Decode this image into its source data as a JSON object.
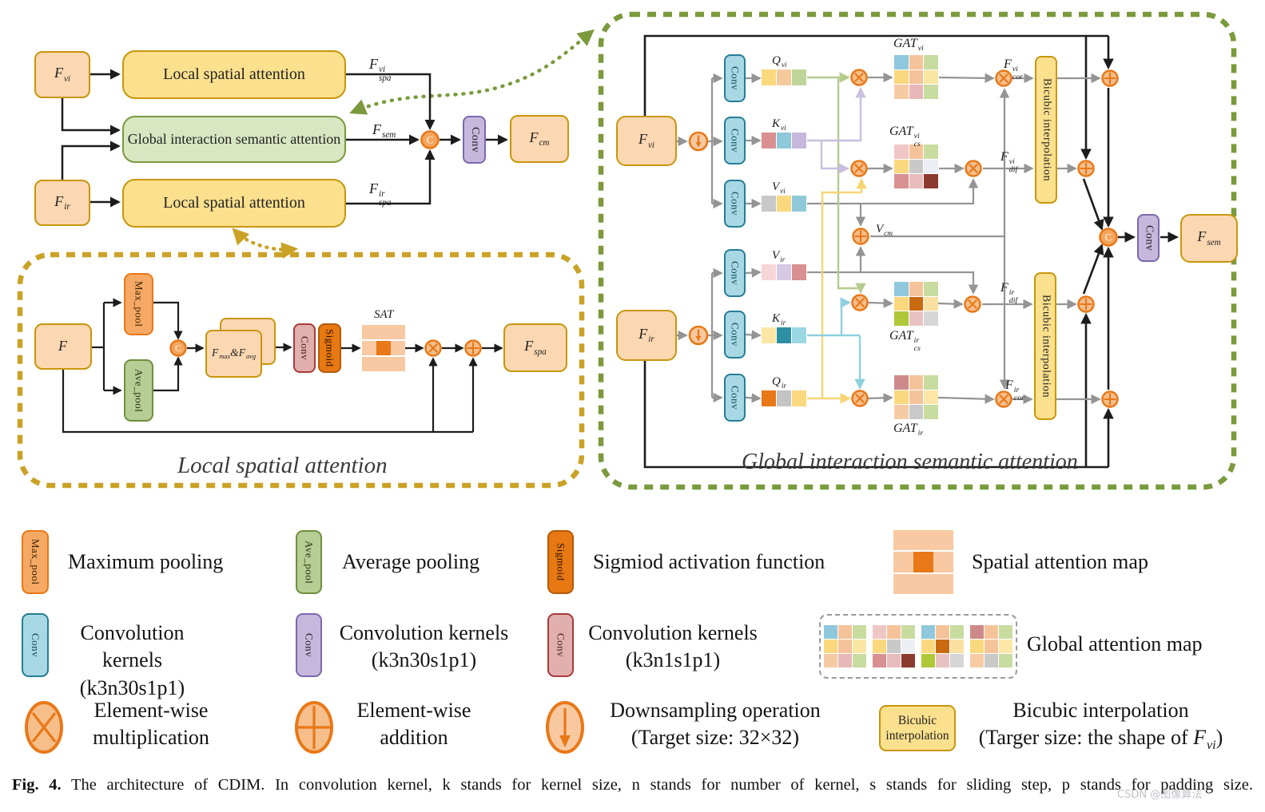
{
  "overview": {
    "f_vi": {
      "base": "F",
      "sub": "vi"
    },
    "lsa_top": "Local spatial attention",
    "gisa": "Global interaction semantic attention",
    "lsa_bottom": "Local spatial attention",
    "f_ir": {
      "base": "F",
      "sub": "ir"
    },
    "f_spa_vi": {
      "base": "F",
      "sup": "vi",
      "sub": "spa"
    },
    "f_sem": {
      "base": "F",
      "sub": "sem"
    },
    "f_spa_ir": {
      "base": "F",
      "sup": "ir",
      "sub": "spa"
    },
    "concat": "C",
    "conv": "Conv",
    "f_cm": {
      "base": "F",
      "sub": "cm"
    }
  },
  "local_panel": {
    "title": "Local spatial attention",
    "f": {
      "base": "F"
    },
    "max_pool": "Max_pool",
    "ave_pool": "Ave_pool",
    "concat": "C",
    "fmax_favg": {
      "b1": "F",
      "s1": "max",
      "amp": "&",
      "b2": "F",
      "s2": "avg"
    },
    "conv": "Conv",
    "sigmoid": "Sigmoid",
    "sat": "SAT",
    "f_spa": {
      "base": "F",
      "sub": "spa"
    }
  },
  "global_panel": {
    "title": "Global interaction semantic attention",
    "f_vi": {
      "base": "F",
      "sub": "vi"
    },
    "f_ir": {
      "base": "F",
      "sub": "ir"
    },
    "conv": "Conv",
    "bicubic": "Bicubic interpolation",
    "concat": "C",
    "f_sem": {
      "base": "F",
      "sub": "sem"
    },
    "q_vi": {
      "base": "Q",
      "sub": "vi"
    },
    "k_vi": {
      "base": "K",
      "sub": "vi"
    },
    "v_vi": {
      "base": "V",
      "sub": "vi"
    },
    "v_ir": {
      "base": "V",
      "sub": "ir"
    },
    "k_ir": {
      "base": "K",
      "sub": "ir"
    },
    "q_ir": {
      "base": "Q",
      "sub": "ir"
    },
    "v_cm": {
      "base": "V",
      "sub": "cm"
    },
    "gat_vi_label": {
      "base": "GAT",
      "sub": "vi"
    },
    "gat_cs_vi_label": {
      "base": "GAT",
      "sub": "cs",
      "sup": "vi"
    },
    "gat_cs_ir_label": {
      "base": "GAT",
      "sub": "cs",
      "sup": "ir"
    },
    "gat_ir_label": {
      "base": "GAT",
      "sub": "ir"
    },
    "f_cor_vi": {
      "base": "F",
      "sub": "cor",
      "sup": "vi"
    },
    "f_dif_vi": {
      "base": "F",
      "sub": "dif",
      "sup": "vi"
    },
    "f_dif_ir": {
      "base": "F",
      "sub": "dif",
      "sup": "ir"
    },
    "f_cor_ir": {
      "base": "F",
      "sub": "cor",
      "sup": "ir"
    },
    "strips": {
      "q_vi": [
        "#FAD87E",
        "#F6C99C",
        "#BFD499"
      ],
      "k_vi": [
        "#D89090",
        "#8FC9D9",
        "#C6B8DC"
      ],
      "v_vi": [
        "#C8C8C8",
        "#FAD87E",
        "#8FC9D9"
      ],
      "v_ir": [
        "#F6D6D6",
        "#D5C9E3",
        "#D89090"
      ],
      "k_ir": [
        "#FBE6A6",
        "#2E8FA3",
        "#9BD6E3"
      ],
      "q_ir": [
        "#E87818",
        "#C4C4C4",
        "#FAD87E"
      ]
    },
    "grids": {
      "gat_vi": [
        [
          "#8FC8DC",
          "#F5C39A",
          "#C8DCA0"
        ],
        [
          "#FAD87E",
          "#F5C39A",
          "#FAE6A3"
        ],
        [
          "#F6CBA4",
          "#E8B8B8",
          "#C8DCA0"
        ]
      ],
      "gat_cs_vi": [
        [
          "#EFC6C6",
          "#F5C39A",
          "#C8DCA0"
        ],
        [
          "#FAD87E",
          "#C9C9C9",
          "#EDEDF4"
        ],
        [
          "#D89090",
          "#E8BCBC",
          "#8C3A30"
        ]
      ],
      "gat_cs_ir": [
        [
          "#8FC8DC",
          "#F5C39A",
          "#C8DCA0"
        ],
        [
          "#FAD87E",
          "#C96A10",
          "#FAE0A0"
        ],
        [
          "#AFC838",
          "#E8C2C2",
          "#D6D6D6"
        ]
      ],
      "gat_ir": [
        [
          "#CE8A8A",
          "#F5C39A",
          "#C8DCA0"
        ],
        [
          "#FAD87E",
          "#F5C39A",
          "#FBE6A8"
        ],
        [
          "#F6CBA4",
          "#C9C9C9",
          "#C8DCA0"
        ]
      ]
    }
  },
  "legend": {
    "max_pool": {
      "box": "Max_pool",
      "label": "Maximum pooling"
    },
    "ave_pool": {
      "box": "Ave_pool",
      "label": "Average pooling"
    },
    "sigmoid": {
      "box": "Sigmoid",
      "label": "Sigmiod activation function"
    },
    "sat": {
      "label": "Spatial attention map"
    },
    "conv_blue": {
      "box": "Conv",
      "line1": "Convolution kernels",
      "line2": "(k3n30s1p1)"
    },
    "conv_purple": {
      "box": "Conv",
      "line1": "Convolution kernels",
      "line2": "(k3n30s1p1)"
    },
    "conv_pink": {
      "box": "Conv",
      "line1": "Convolution kernels",
      "line2": "(k3n1s1p1)"
    },
    "gam": {
      "label": "Global attention map"
    },
    "mult": {
      "line1": "Element-wise",
      "line2": "multiplication"
    },
    "add": {
      "line1": "Element-wise",
      "line2": "addition"
    },
    "down": {
      "line1": "Downsampling operation",
      "line2": "(Target size: 32×32)"
    },
    "bicubic": {
      "box_line1": "Bicubic",
      "box_line2": "interpolation",
      "line1": "Bicubic interpolation",
      "line2_pre": "(Targer size: the shape of ",
      "line2_f": {
        "base": "F",
        "sub": "vi"
      },
      "line2_post": ")"
    }
  },
  "caption": {
    "fig": "Fig. 4.",
    "text": " The architecture of CDIM. In convolution kernel, k stands for kernel size, n stands for number of kernel, s stands for sliding step, p stands for padding size."
  },
  "watermark": "CSDN @图像算法",
  "colors": {
    "peach_box": "#FBD7B2",
    "gold_border": "#C8960C",
    "yellow_box": "#FBE08D",
    "green_box": "#D8E6C1",
    "green_border": "#7A9A3D",
    "purple_box": "#C6B8DC",
    "blue_conv": "#A8D8E4",
    "blue_conv_border": "#257E95",
    "pink_conv": "#E2AFAF",
    "sigmoid_box": "#E87812",
    "max_pool_box": "#F6A964",
    "ave_pool_box": "#B6CD94",
    "op_fill": "#F6BE8A",
    "op_border": "#E87818",
    "concat_fill": "#F5A55C",
    "gray_wire": "#949494",
    "black_wire": "#1c1c1c",
    "wire_green": "#B5CC8E",
    "wire_lavender": "#C9BFE0",
    "wire_yellow": "#F8D475",
    "wire_blue": "#8FD0E0",
    "panel_gold_dash": "#C9A227",
    "panel_green_dash": "#7A9A3D",
    "sat_bg": "#F8C9A2",
    "sat_core": "#E87818"
  }
}
